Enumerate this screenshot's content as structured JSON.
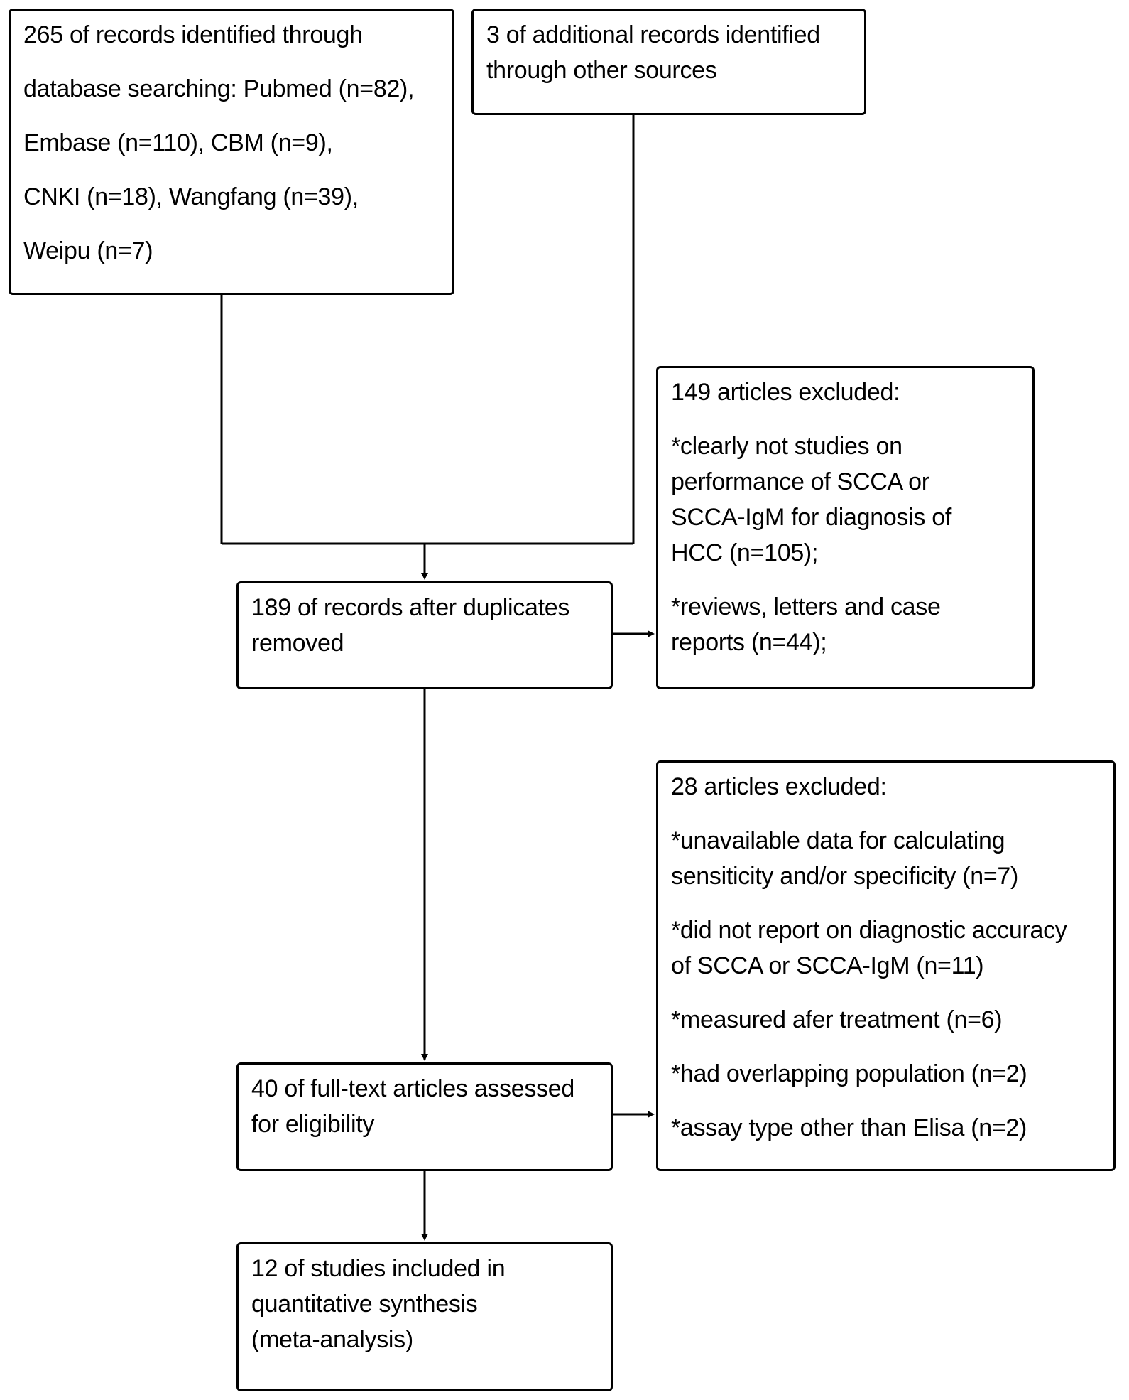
{
  "flowchart": {
    "identification": {
      "database_lines": [
        "265 of records identified through",
        "database searching: Pubmed (n=82),",
        "Embase (n=110), CBM (n=9),",
        "CNKI (n=18), Wangfang (n=39),",
        "Weipu (n=7)"
      ],
      "other_sources_lines": [
        "3 of additional records identified",
        "through other sources"
      ]
    },
    "screening": {
      "after_duplicates_lines": [
        "189 of records after duplicates",
        "removed"
      ],
      "excluded_lines": [
        "149 articles excluded:",
        "*clearly not studies on",
        "performance of SCCA or",
        "SCCA-IgM for diagnosis of",
        "HCC (n=105);",
        "*reviews, letters and case",
        "reports (n=44);"
      ]
    },
    "eligibility": {
      "full_text_lines": [
        "40 of full-text articles assessed",
        "for eligibility"
      ],
      "excluded_lines": [
        "28 articles excluded:",
        "*unavailable data for calculating",
        "sensiticity and/or specificity (n=7)",
        "*did not report on diagnostic accuracy",
        "of SCCA or SCCA-IgM (n=11)",
        "*measured afer treatment (n=6)",
        "*had overlapping population (n=2)",
        "*assay type other than Elisa (n=2)"
      ]
    },
    "included": {
      "lines": [
        "12 of studies included in",
        "quantitative synthesis",
        "(meta-analysis)"
      ]
    }
  },
  "colors": {
    "stroke": "#000000",
    "background": "#ffffff",
    "text": "#000000"
  }
}
